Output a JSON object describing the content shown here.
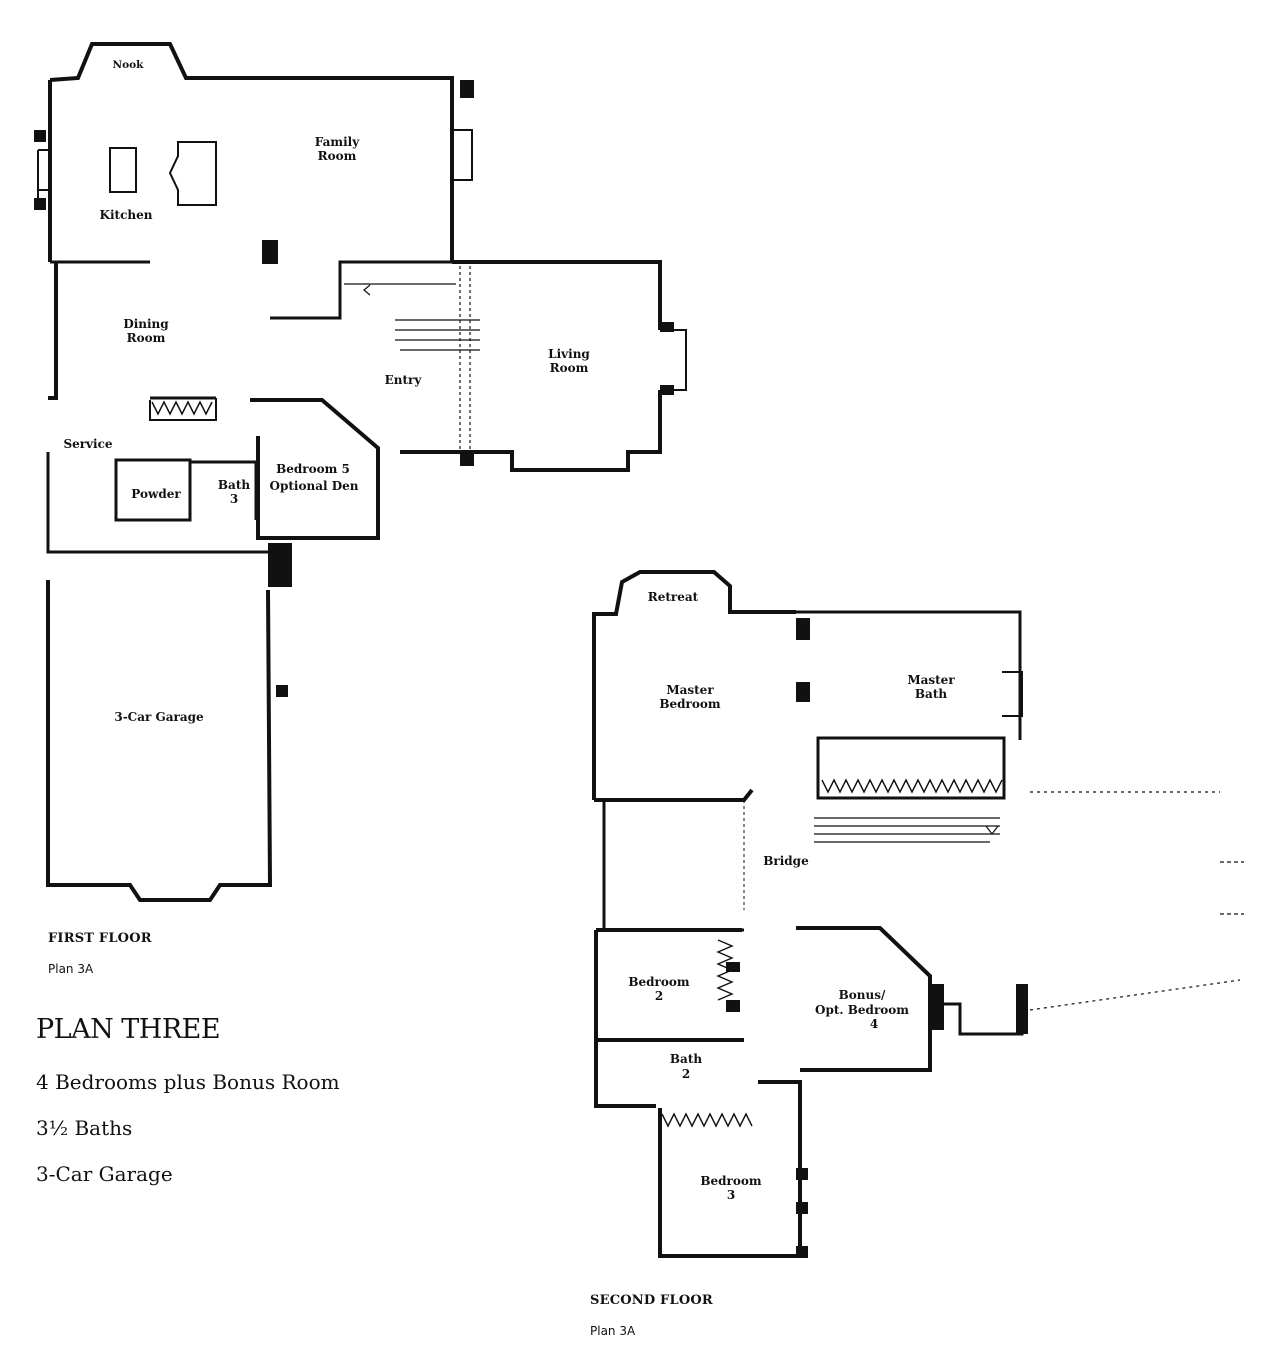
{
  "first_floor": {
    "caption": "FIRST FLOOR",
    "plan": "Plan 3A",
    "rooms": {
      "nook": "Nook",
      "family_room_1": "Family",
      "family_room_2": "Room",
      "kitchen": "Kitchen",
      "dining_1": "Dining",
      "dining_2": "Room",
      "entry": "Entry",
      "living_1": "Living",
      "living_2": "Room",
      "service": "Service",
      "powder": "Powder",
      "bath3_1": "Bath",
      "bath3_2": "3",
      "bedroom5_1": "Bedroom 5",
      "bedroom5_2": "Optional Den",
      "garage": "3-Car Garage"
    }
  },
  "second_floor": {
    "caption": "SECOND FLOOR",
    "plan": "Plan 3A",
    "rooms": {
      "retreat": "Retreat",
      "master_bed_1": "Master",
      "master_bed_2": "Bedroom",
      "master_bath_1": "Master",
      "master_bath_2": "Bath",
      "bridge": "Bridge",
      "bedroom2_1": "Bedroom",
      "bedroom2_2": "2",
      "bonus_1": "Bonus/",
      "bonus_2": "Opt. Bedroom",
      "bonus_3": "4",
      "bath2_1": "Bath",
      "bath2_2": "2",
      "bedroom3_1": "Bedroom",
      "bedroom3_2": "3"
    }
  },
  "summary": {
    "title": "PLAN THREE",
    "features": [
      "4 Bedrooms plus Bonus Room",
      "3½ Baths",
      "3-Car Garage"
    ]
  },
  "colors": {
    "wall": "#111111",
    "ink": "#111111"
  }
}
